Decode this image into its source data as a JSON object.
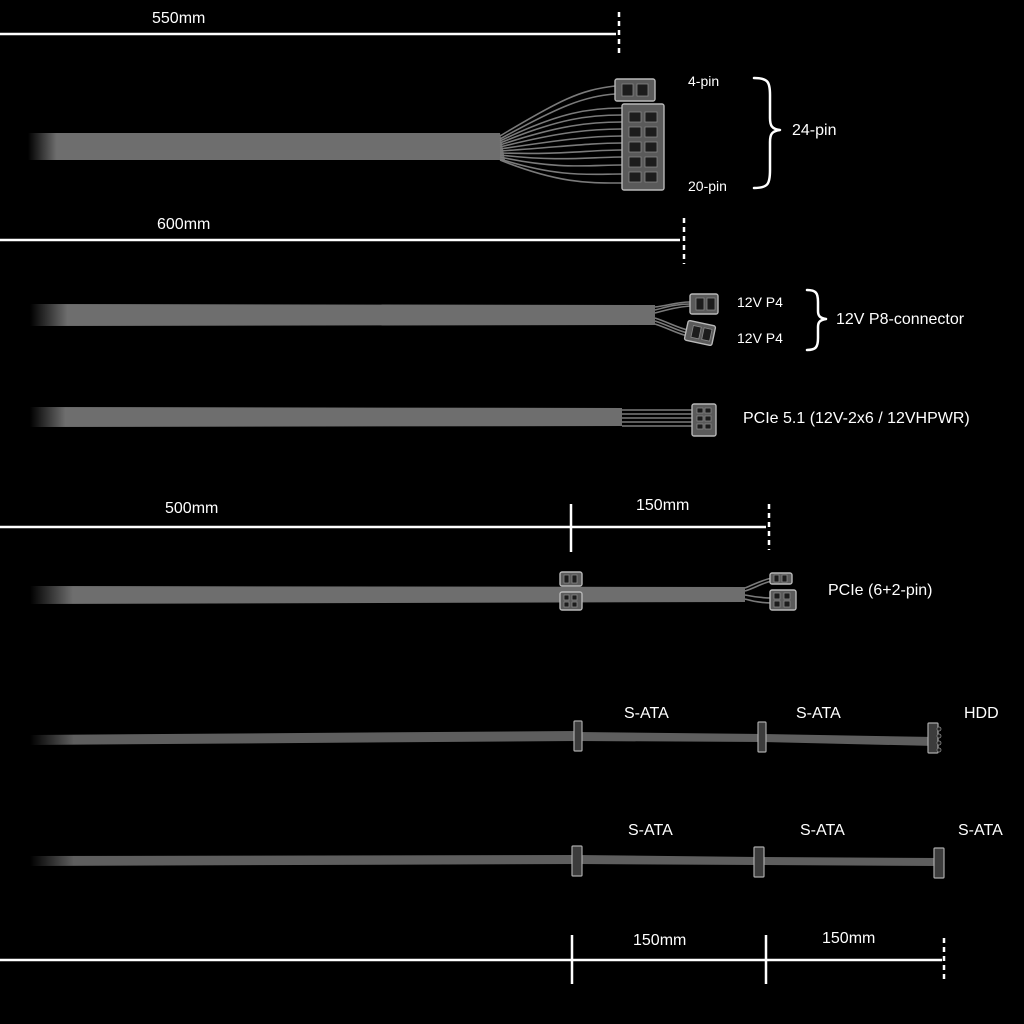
{
  "dimensions": {
    "atx_length": "550mm",
    "cpu_length": "600mm",
    "pcie_main_length": "500mm",
    "pcie_extra_length": "150mm",
    "sata_seg1_length": "150mm",
    "sata_seg2_length": "150mm"
  },
  "atx": {
    "top_connector": "4-pin",
    "bottom_connector": "20-pin",
    "group_label": "24-pin"
  },
  "cpu": {
    "connector_a": "12V P4",
    "connector_b": "12V P4",
    "group_label": "12V P8-connector"
  },
  "pcie5": {
    "label": "PCIe 5.1 (12V-2x6 / 12VHPWR)"
  },
  "pcie": {
    "label": "PCIe (6+2-pin)"
  },
  "sata_hdd": {
    "conn1": "S-ATA",
    "conn2": "S-ATA",
    "end": "HDD"
  },
  "sata_chain": {
    "conn1": "S-ATA",
    "conn2": "S-ATA",
    "conn3": "S-ATA"
  },
  "colors": {
    "background": "#000000",
    "cable": "#6e6e6e",
    "text": "#ffffff"
  }
}
